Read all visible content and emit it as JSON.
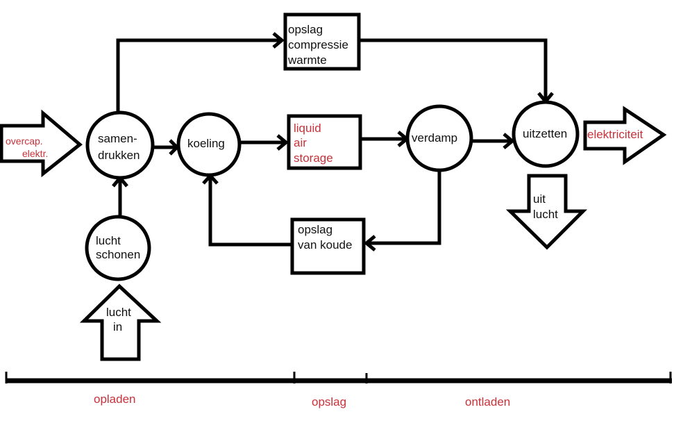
{
  "diagram": {
    "nodes": {
      "input_arrow": {
        "label_lines": [
          "overcap.",
          "elektr."
        ],
        "color": "#c8323a"
      },
      "compress": {
        "label_lines": [
          "samen-",
          "drukken"
        ]
      },
      "cooling": {
        "label_lines": [
          "koeling"
        ]
      },
      "clean_air": {
        "label_lines": [
          "lucht",
          "schonen"
        ]
      },
      "air_in_arrow": {
        "label_lines": [
          "lucht",
          "in"
        ]
      },
      "heat_storage": {
        "label_lines": [
          "opslag",
          "compressie",
          "warmte"
        ]
      },
      "liquid_air_storage": {
        "label_lines": [
          "liquid",
          "air",
          "storage"
        ],
        "color": "#c8323a"
      },
      "evaporate": {
        "label_lines": [
          "verdamp"
        ]
      },
      "cold_storage": {
        "label_lines": [
          "opslag",
          "van koude"
        ]
      },
      "expand": {
        "label_lines": [
          "uitzetten"
        ]
      },
      "output_arrow": {
        "label_lines": [
          "elektriciteit"
        ],
        "color": "#c8323a"
      },
      "air_out_arrow": {
        "label_lines": [
          "uit",
          "lucht"
        ]
      }
    },
    "edges": [
      {
        "from": "input_arrow",
        "to": "compress"
      },
      {
        "from": "clean_air",
        "to": "compress"
      },
      {
        "from": "air_in_arrow",
        "to": "clean_air"
      },
      {
        "from": "compress",
        "to": "cooling"
      },
      {
        "from": "compress",
        "to": "heat_storage"
      },
      {
        "from": "cooling",
        "to": "liquid_air_storage"
      },
      {
        "from": "liquid_air_storage",
        "to": "evaporate"
      },
      {
        "from": "evaporate",
        "to": "expand"
      },
      {
        "from": "evaporate",
        "to": "cold_storage"
      },
      {
        "from": "cold_storage",
        "to": "cooling"
      },
      {
        "from": "heat_storage",
        "to": "expand"
      },
      {
        "from": "expand",
        "to": "output_arrow"
      },
      {
        "from": "expand",
        "to": "air_out_arrow"
      }
    ],
    "timeline": {
      "phases": [
        {
          "label": "opladen"
        },
        {
          "label": "opslag"
        },
        {
          "label": "ontladen"
        }
      ],
      "label_color": "#c8323a"
    }
  }
}
